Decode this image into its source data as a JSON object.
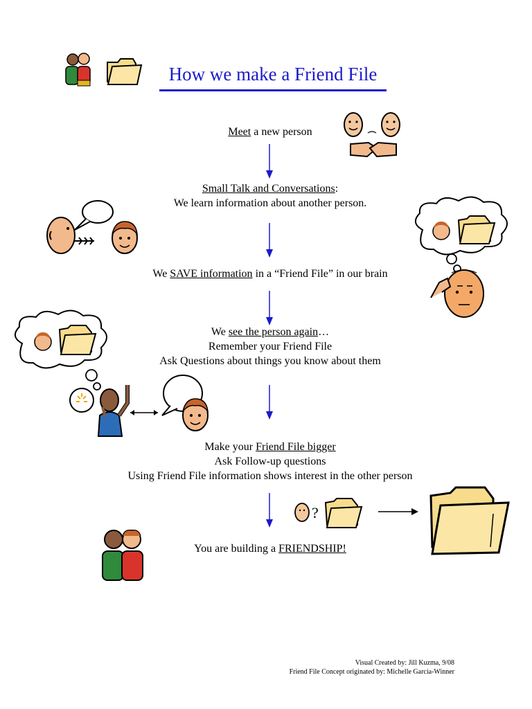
{
  "title": "How we make a Friend File",
  "colors": {
    "title": "#1a1acc",
    "arrow": "#1a1acc",
    "folder": "#f8dc8c",
    "skin": "#f2b98c",
    "egg": "#f4c89e"
  },
  "steps": [
    {
      "parts": [
        {
          "text": "Meet",
          "underline": true
        },
        {
          "text": " a new person"
        }
      ]
    },
    {
      "lines": [
        [
          {
            "text": "Small Talk and Conversations",
            "underline": true
          },
          {
            "text": ":"
          }
        ],
        [
          {
            "text": "We learn information about another person."
          }
        ]
      ]
    },
    {
      "parts": [
        {
          "text": "We "
        },
        {
          "text": "SAVE information",
          "underline": true
        },
        {
          "text": " in a “Friend File” in our brain"
        }
      ]
    },
    {
      "lines": [
        [
          {
            "text": "We "
          },
          {
            "text": "see the person again",
            "underline": true
          },
          {
            "text": "…"
          }
        ],
        [
          {
            "text": "Remember your Friend File"
          }
        ],
        [
          {
            "text": "Ask Questions about things you know about them"
          }
        ]
      ]
    },
    {
      "lines": [
        [
          {
            "text": "Make your "
          },
          {
            "text": "Friend File bigger",
            "underline": true
          }
        ],
        [
          {
            "text": "Ask Follow-up questions"
          }
        ],
        [
          {
            "text": "Using Friend File information shows interest in the other person"
          }
        ]
      ]
    },
    {
      "parts": [
        {
          "text": "You are building a "
        },
        {
          "text": "FRIENDSHIP!",
          "underline": true
        }
      ]
    }
  ],
  "footer": {
    "line1": "Visual Created by:  Jill Kuzma, 9/08",
    "line2": "Friend File Concept originated by:  Michelle Garcia-Winner"
  },
  "icons": [
    "friends-icon",
    "folder-icon",
    "handshake-icon",
    "talking-head-icon",
    "listening-face-icon",
    "thought-cloud-icon",
    "thinking-person-icon",
    "waving-person-icon",
    "question-icon",
    "big-folder-icon"
  ]
}
